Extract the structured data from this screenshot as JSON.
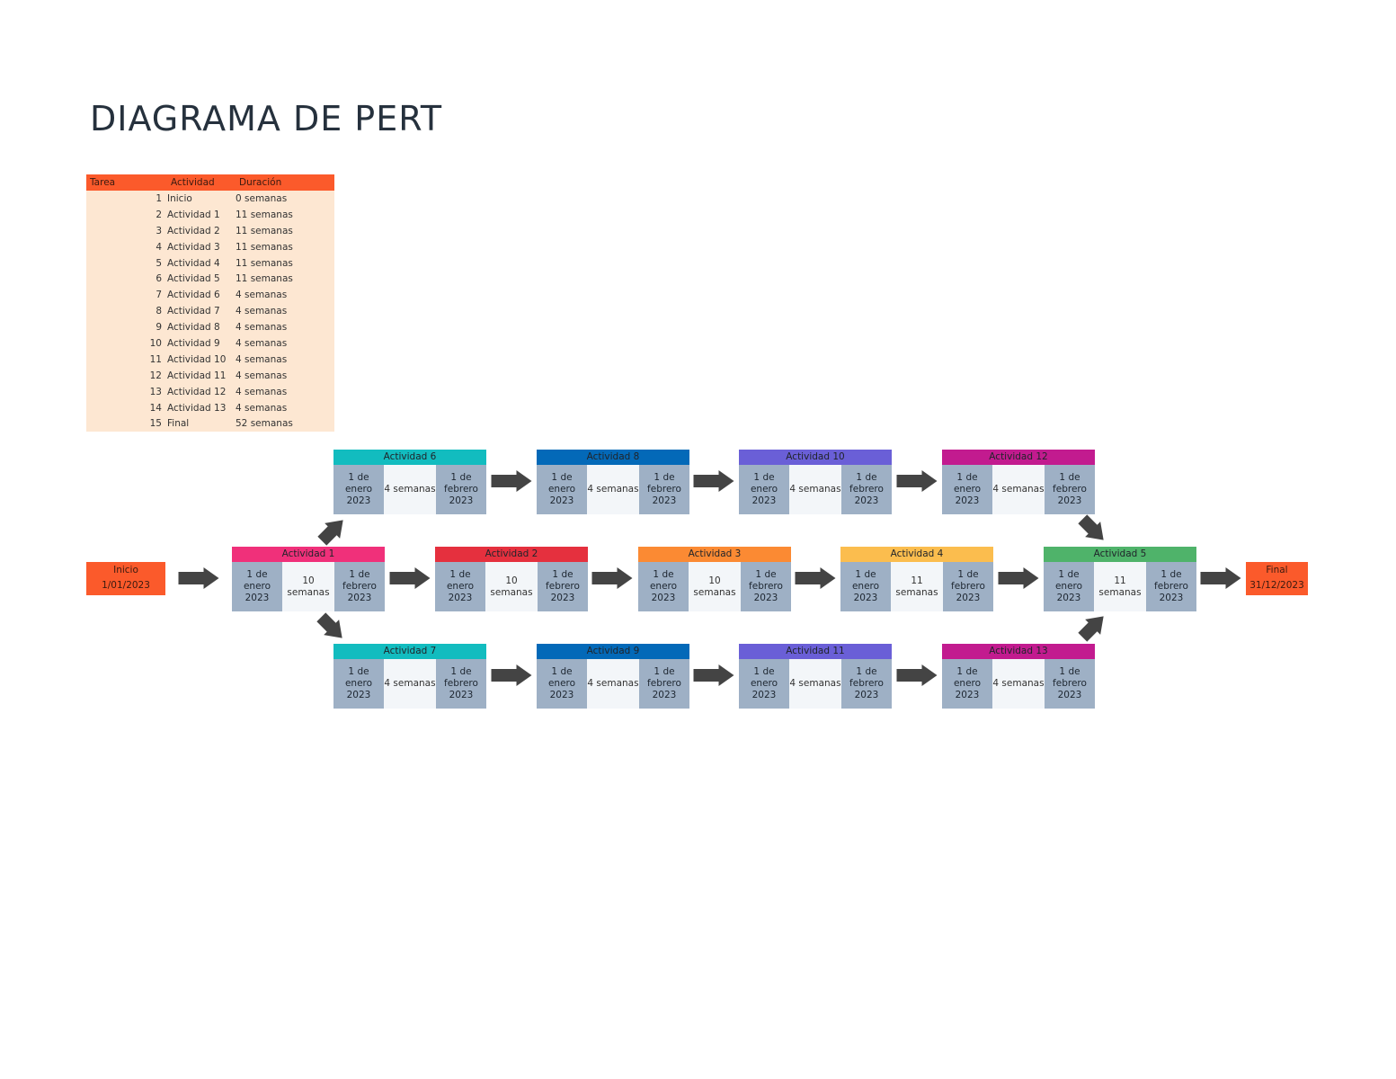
{
  "title": "DIAGRAMA DE PERT",
  "table": {
    "headers": [
      "Tarea",
      "Actividad",
      "Duración"
    ],
    "rows": [
      {
        "num": "1",
        "act": "Inicio",
        "dur": "0 semanas"
      },
      {
        "num": "2",
        "act": "Actividad 1",
        "dur": "11 semanas"
      },
      {
        "num": "3",
        "act": "Actividad 2",
        "dur": "11 semanas"
      },
      {
        "num": "4",
        "act": "Actividad 3",
        "dur": "11 semanas"
      },
      {
        "num": "5",
        "act": "Actividad 4",
        "dur": "11 semanas"
      },
      {
        "num": "6",
        "act": "Actividad 5",
        "dur": "11 semanas"
      },
      {
        "num": "7",
        "act": "Actividad 6",
        "dur": "4 semanas"
      },
      {
        "num": "8",
        "act": "Actividad 7",
        "dur": "4 semanas"
      },
      {
        "num": "9",
        "act": "Actividad 8",
        "dur": "4 semanas"
      },
      {
        "num": "10",
        "act": "Actividad 9",
        "dur": "4 semanas"
      },
      {
        "num": "11",
        "act": "Actividad 10",
        "dur": "4 semanas"
      },
      {
        "num": "12",
        "act": "Actividad 11",
        "dur": "4 semanas"
      },
      {
        "num": "13",
        "act": "Actividad 12",
        "dur": "4 semanas"
      },
      {
        "num": "14",
        "act": "Actividad 13",
        "dur": "4 semanas"
      },
      {
        "num": "15",
        "act": "Final",
        "dur": "52 semanas"
      }
    ]
  },
  "start": {
    "label": "Inicio",
    "date": "1/01/2023"
  },
  "end": {
    "label": "Final",
    "date": "31/12/2023"
  },
  "nodes": {
    "a1": {
      "name": "Actividad 1",
      "color": "#f0307a",
      "start": "1 de enero 2023",
      "dur": "10 semanas",
      "end": "1 de febrero 2023"
    },
    "a2": {
      "name": "Actividad 2",
      "color": "#e5303e",
      "start": "1 de enero 2023",
      "dur": "10 semanas",
      "end": "1 de febrero 2023"
    },
    "a3": {
      "name": "Actividad 3",
      "color": "#fb8a33",
      "start": "1 de enero 2023",
      "dur": "10 semanas",
      "end": "1 de febrero 2023"
    },
    "a4": {
      "name": "Actividad 4",
      "color": "#fbbd4e",
      "start": "1 de enero 2023",
      "dur": "11 semanas",
      "end": "1 de febrero 2023"
    },
    "a5": {
      "name": "Actividad 5",
      "color": "#4fb36a",
      "start": "1 de enero 2023",
      "dur": "11 semanas",
      "end": "1 de febrero 2023"
    },
    "a6": {
      "name": "Actividad 6",
      "color": "#12bcbf",
      "start": "1 de enero 2023",
      "dur": "4 semanas",
      "end": "1 de febrero 2023"
    },
    "a7": {
      "name": "Actividad 7",
      "color": "#12bcbf",
      "start": "1 de enero 2023",
      "dur": "4 semanas",
      "end": "1 de febrero 2023"
    },
    "a8": {
      "name": "Actividad 8",
      "color": "#0369b8",
      "start": "1 de enero 2023",
      "dur": "4 semanas",
      "end": "1 de febrero 2023"
    },
    "a9": {
      "name": "Actividad 9",
      "color": "#0369b8",
      "start": "1 de enero 2023",
      "dur": "4 semanas",
      "end": "1 de febrero 2023"
    },
    "a10": {
      "name": "Actividad 10",
      "color": "#6a5fd7",
      "start": "1 de enero 2023",
      "dur": "4 semanas",
      "end": "1 de febrero 2023"
    },
    "a11": {
      "name": "Actividad 11",
      "color": "#6a5fd7",
      "start": "1 de enero 2023",
      "dur": "4 semanas",
      "end": "1 de febrero 2023"
    },
    "a12": {
      "name": "Actividad 12",
      "color": "#c21b8f",
      "start": "1 de enero 2023",
      "dur": "4 semanas",
      "end": "1 de febrero 2023"
    },
    "a13": {
      "name": "Actividad 13",
      "color": "#c21b8f",
      "start": "1 de enero 2023",
      "dur": "4 semanas",
      "end": "1 de febrero 2023"
    }
  },
  "colors": {
    "arrow": "#444444",
    "accent": "#fb5a2b",
    "table_bg": "#fde7d2",
    "date_cell": "#9eb0c5"
  }
}
